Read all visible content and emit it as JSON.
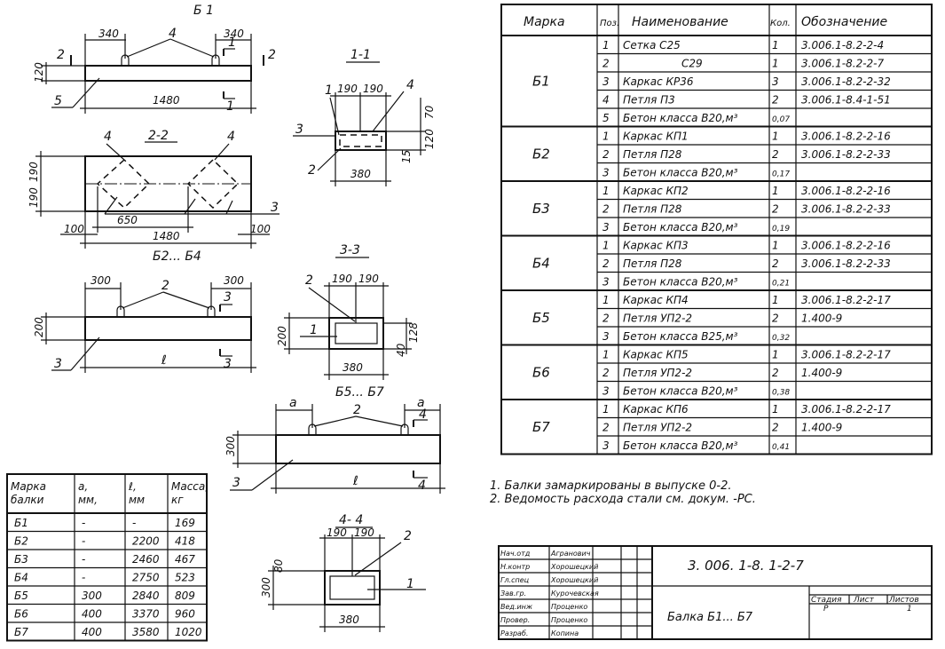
{
  "drawings": {
    "b1": {
      "title": "Б 1",
      "dims": [
        "340",
        "340",
        "120",
        "1480"
      ],
      "labels": [
        "4",
        "1",
        "1",
        "2",
        "2",
        "5"
      ]
    },
    "s22": {
      "title": "2-2",
      "dims": [
        "190",
        "190",
        "650",
        "100",
        "100",
        "1480"
      ],
      "labels": [
        "4",
        "4",
        "3"
      ],
      "caption": "Б2... Б4"
    },
    "s11": {
      "title": "1-1",
      "dims": [
        "190",
        "190",
        "70",
        "120",
        "15",
        "380"
      ],
      "labels": [
        "1",
        "4",
        "3",
        "2"
      ]
    },
    "b24": {
      "dims": [
        "300",
        "300",
        "200"
      ],
      "len": "ℓ",
      "labels": [
        "2",
        "3",
        "3",
        "3"
      ]
    },
    "s33": {
      "title": "3-3",
      "dims": [
        "190",
        "190",
        "200",
        "128",
        "40",
        "380"
      ],
      "labels": [
        "2",
        "1"
      ],
      "caption": "Б5... Б7"
    },
    "b57": {
      "dims": [
        "a",
        "a",
        "300"
      ],
      "len": "ℓ",
      "labels": [
        "2",
        "4",
        "4",
        "3"
      ]
    },
    "s44": {
      "title": "4- 4",
      "dims": [
        "190",
        "190",
        "300",
        "80",
        "380"
      ],
      "labels": [
        "2",
        "1"
      ]
    }
  },
  "spec_table": {
    "headers": [
      "Марка",
      "Поз.",
      "Наименование",
      "Кол.",
      "Обозначение"
    ],
    "groups": [
      {
        "mark": "Б1",
        "rows": [
          [
            "1",
            "Сетка С25",
            "1",
            "3.006.1-8.2-2-4"
          ],
          [
            "2",
            "С29",
            "1",
            "3.006.1-8.2-2-7"
          ],
          [
            "3",
            "Каркас КР36",
            "3",
            "3.006.1-8.2-2-32"
          ],
          [
            "4",
            "Петля П3",
            "2",
            "3.006.1-8.4-1-51"
          ],
          [
            "5",
            "Бетон класса В20,м³",
            "0,07",
            ""
          ]
        ]
      },
      {
        "mark": "Б2",
        "rows": [
          [
            "1",
            "Каркас КП1",
            "1",
            "3.006.1-8.2-2-16"
          ],
          [
            "2",
            "Петля П28",
            "2",
            "3.006.1-8.2-2-33"
          ],
          [
            "3",
            "Бетон класса В20,м³",
            "0,17",
            ""
          ]
        ]
      },
      {
        "mark": "Б3",
        "rows": [
          [
            "1",
            "Каркас КП2",
            "1",
            "3.006.1-8.2-2-16"
          ],
          [
            "2",
            "Петля П28",
            "2",
            "3.006.1-8.2-2-33"
          ],
          [
            "3",
            "Бетон класса В20,м³",
            "0,19",
            ""
          ]
        ]
      },
      {
        "mark": "Б4",
        "rows": [
          [
            "1",
            "Каркас КП3",
            "1",
            "3.006.1-8.2-2-16"
          ],
          [
            "2",
            "Петля П28",
            "2",
            "3.006.1-8.2-2-33"
          ],
          [
            "3",
            "Бетон класса В20,м³",
            "0,21",
            ""
          ]
        ]
      },
      {
        "mark": "Б5",
        "rows": [
          [
            "1",
            "Каркас КП4",
            "1",
            "3.006.1-8.2-2-17"
          ],
          [
            "2",
            "Петля УП2-2",
            "2",
            "1.400-9"
          ],
          [
            "3",
            "Бетон класса В25,м³",
            "0,32",
            ""
          ]
        ]
      },
      {
        "mark": "Б6",
        "rows": [
          [
            "1",
            "Каркас КП5",
            "1",
            "3.006.1-8.2-2-17"
          ],
          [
            "2",
            "Петля УП2-2",
            "2",
            "1.400-9"
          ],
          [
            "3",
            "Бетон класса В20,м³",
            "0,38",
            ""
          ]
        ]
      },
      {
        "mark": "Б7",
        "rows": [
          [
            "1",
            "Каркас КП6",
            "1",
            "3.006.1-8.2-2-17"
          ],
          [
            "2",
            "Петля УП2-2",
            "2",
            "1.400-9"
          ],
          [
            "3",
            "Бетон класса В20,м³",
            "0,41",
            ""
          ]
        ]
      }
    ]
  },
  "notes": [
    "1. Балки замаркированы в выпуске 0-2.",
    "2. Ведомость расхода стали см. докум. -РС."
  ],
  "mass_table": {
    "headers": [
      [
        "Марка",
        "балки"
      ],
      [
        "a,",
        "мм,"
      ],
      [
        "ℓ,",
        "мм"
      ],
      [
        "Масса,",
        "кг"
      ]
    ],
    "rows": [
      [
        "Б1",
        "-",
        "-",
        "169"
      ],
      [
        "Б2",
        "-",
        "2200",
        "418"
      ],
      [
        "Б3",
        "-",
        "2460",
        "467"
      ],
      [
        "Б4",
        "-",
        "2750",
        "523"
      ],
      [
        "Б5",
        "300",
        "2840",
        "809"
      ],
      [
        "Б6",
        "400",
        "3370",
        "960"
      ],
      [
        "Б7",
        "400",
        "3580",
        "1020"
      ]
    ]
  },
  "title_block": {
    "signatures": [
      [
        "Нач.отд",
        "Агранович"
      ],
      [
        "Н.контр",
        "Хорошецкий"
      ],
      [
        "Гл.спец",
        "Хорошецкий"
      ],
      [
        "Зав.гр.",
        "Курочевская"
      ],
      [
        "Вед.инж",
        "Проценко"
      ],
      [
        "Провер.",
        "Проценко"
      ],
      [
        "Разраб.",
        "Копина"
      ]
    ],
    "code": "3. 006. 1-8. 1-2-7",
    "name": "Балка Б1... Б7",
    "stage_headers": [
      "Стадия",
      "Лист",
      "Листов"
    ],
    "stage_values": [
      "Р",
      "",
      "1"
    ]
  }
}
